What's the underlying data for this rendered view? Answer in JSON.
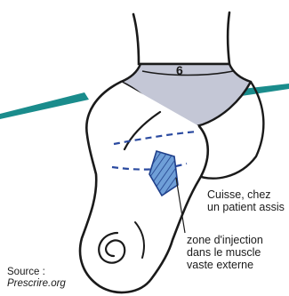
{
  "figure": {
    "marker_number": "6",
    "colors": {
      "outline": "#1a1a1a",
      "underwear": "#c4c7d6",
      "seat": "#1a8c8c",
      "injection_zone": "#6f9fd8",
      "guide_line": "#2a4aa0",
      "background": "#ffffff"
    }
  },
  "labels": {
    "thigh_line1": "Cuisse, chez",
    "thigh_line2": "un patient assis",
    "zone_line1": "zone d'injection",
    "zone_line2": "dans le muscle",
    "zone_line3": "vaste externe",
    "source_label": "Source :",
    "source_site": "Prescrire.org"
  }
}
